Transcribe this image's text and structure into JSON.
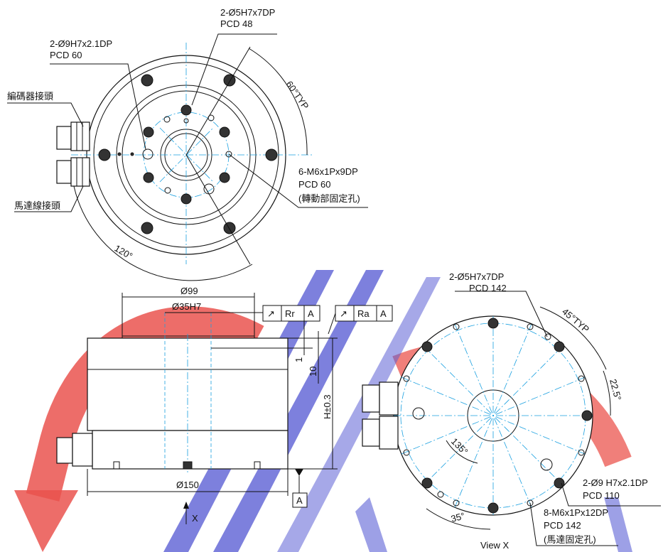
{
  "top_view": {
    "callouts": {
      "c1": [
        "2-Ø5H7x7DP",
        "PCD 48"
      ],
      "c2": [
        "2-Ø9H7x2.1DP",
        "PCD 60"
      ],
      "c3": [
        "6-M6x1Px9DP",
        "PCD 60",
        "(轉動部固定孔)"
      ],
      "encoder": "編碼器接頭",
      "motor_cable": "馬達線接頭",
      "angle_typ": "60°TYP",
      "angle_120": "120°"
    }
  },
  "side_view": {
    "d99": "Ø99",
    "d35": "Ø35H7",
    "d150": "Ø150",
    "dim_1": "1",
    "dim_10": "10",
    "dim_h": "H±0.3",
    "gdt_rr": {
      "sym": "↗",
      "label": "Rr",
      "ref": "A"
    },
    "gdt_ra": {
      "sym": "↗",
      "label": "Ra",
      "ref": "A"
    },
    "datum": "A",
    "view_arrow": "X"
  },
  "view_x": {
    "title": "View X",
    "callouts": {
      "c1": [
        "2-Ø5H7x7DP",
        "PCD 142"
      ],
      "c2": [
        "2-Ø9 H7x2.1DP",
        "PCD 110"
      ],
      "c3": [
        "8-M6x1Px12DP",
        "PCD 142",
        "(馬達固定孔)"
      ],
      "angle_45": "45°TYP",
      "angle_22": "22.5°",
      "angle_135": "135°",
      "angle_35": "35°"
    }
  },
  "colors": {
    "centerline": "#1aa0e0",
    "watermark_red": "#e8403a",
    "watermark_blue": "#4a4fd0"
  }
}
